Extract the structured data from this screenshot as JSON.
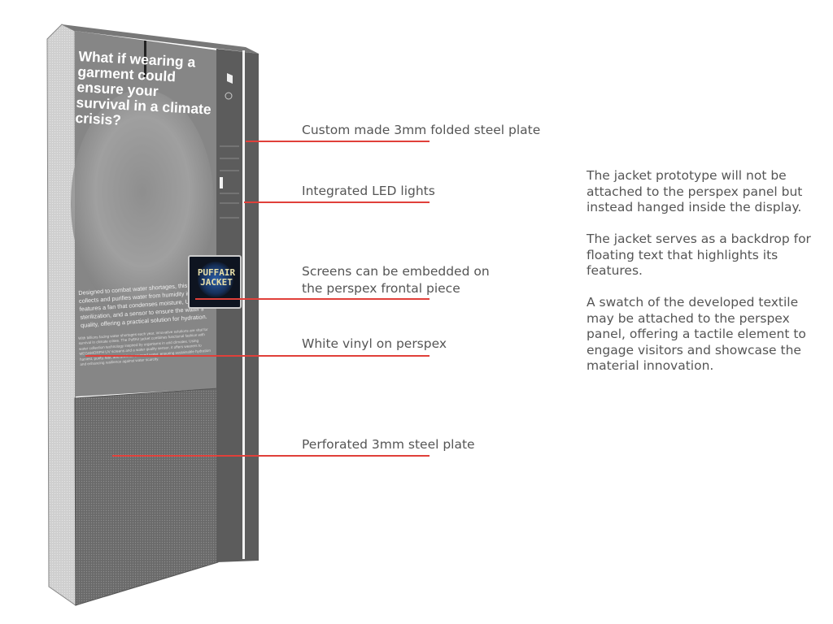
{
  "poster": {
    "headline": "What if wearing a garment could ensure your survival in a climate crisis?",
    "body": "Designed to combat water shortages, this jacket collects and purifies water from humidity in the air. It features a fan that condenses moisture, UV light for sterilization, and a sensor to ensure the water's quality, offering a practical solution for hydration.",
    "small_text": "With billions facing water shortages each year, innovative solutions are vital for survival in climate crises. The PuffAir jacket combines functional fashion with water collection technology inspired by organisms in arid climates. Using MEGAMORPH UV screens and a water quality sensor, it offers wearers to harvest, purify, test, and drink air-sourced water, ensuring sustainable hydration and enhancing resilience against water scarcity.",
    "screen_title": "PUFFAIR JACKET"
  },
  "annotations": [
    {
      "id": "steel-plate",
      "text": "Custom made 3mm folded steel plate"
    },
    {
      "id": "led-lights",
      "text": "Integrated LED lights"
    },
    {
      "id": "screens",
      "text": "Screens can be embedded on the perspex frontal piece"
    },
    {
      "id": "vinyl",
      "text": "White vinyl on perspex"
    },
    {
      "id": "perforated",
      "text": "Perforated 3mm steel plate"
    }
  ],
  "notes": [
    "The jacket prototype will not be attached to the perspex panel but instead hanged inside the display.",
    "The jacket serves as a backdrop for floating text that highlights its features.",
    "A swatch of the developed textile may be attached to the perspex panel, offering a tactile element to engage visitors and showcase the material innovation."
  ],
  "colors": {
    "leader": "#e0403a",
    "text": "#555555",
    "steel": "#5c5c5c"
  }
}
